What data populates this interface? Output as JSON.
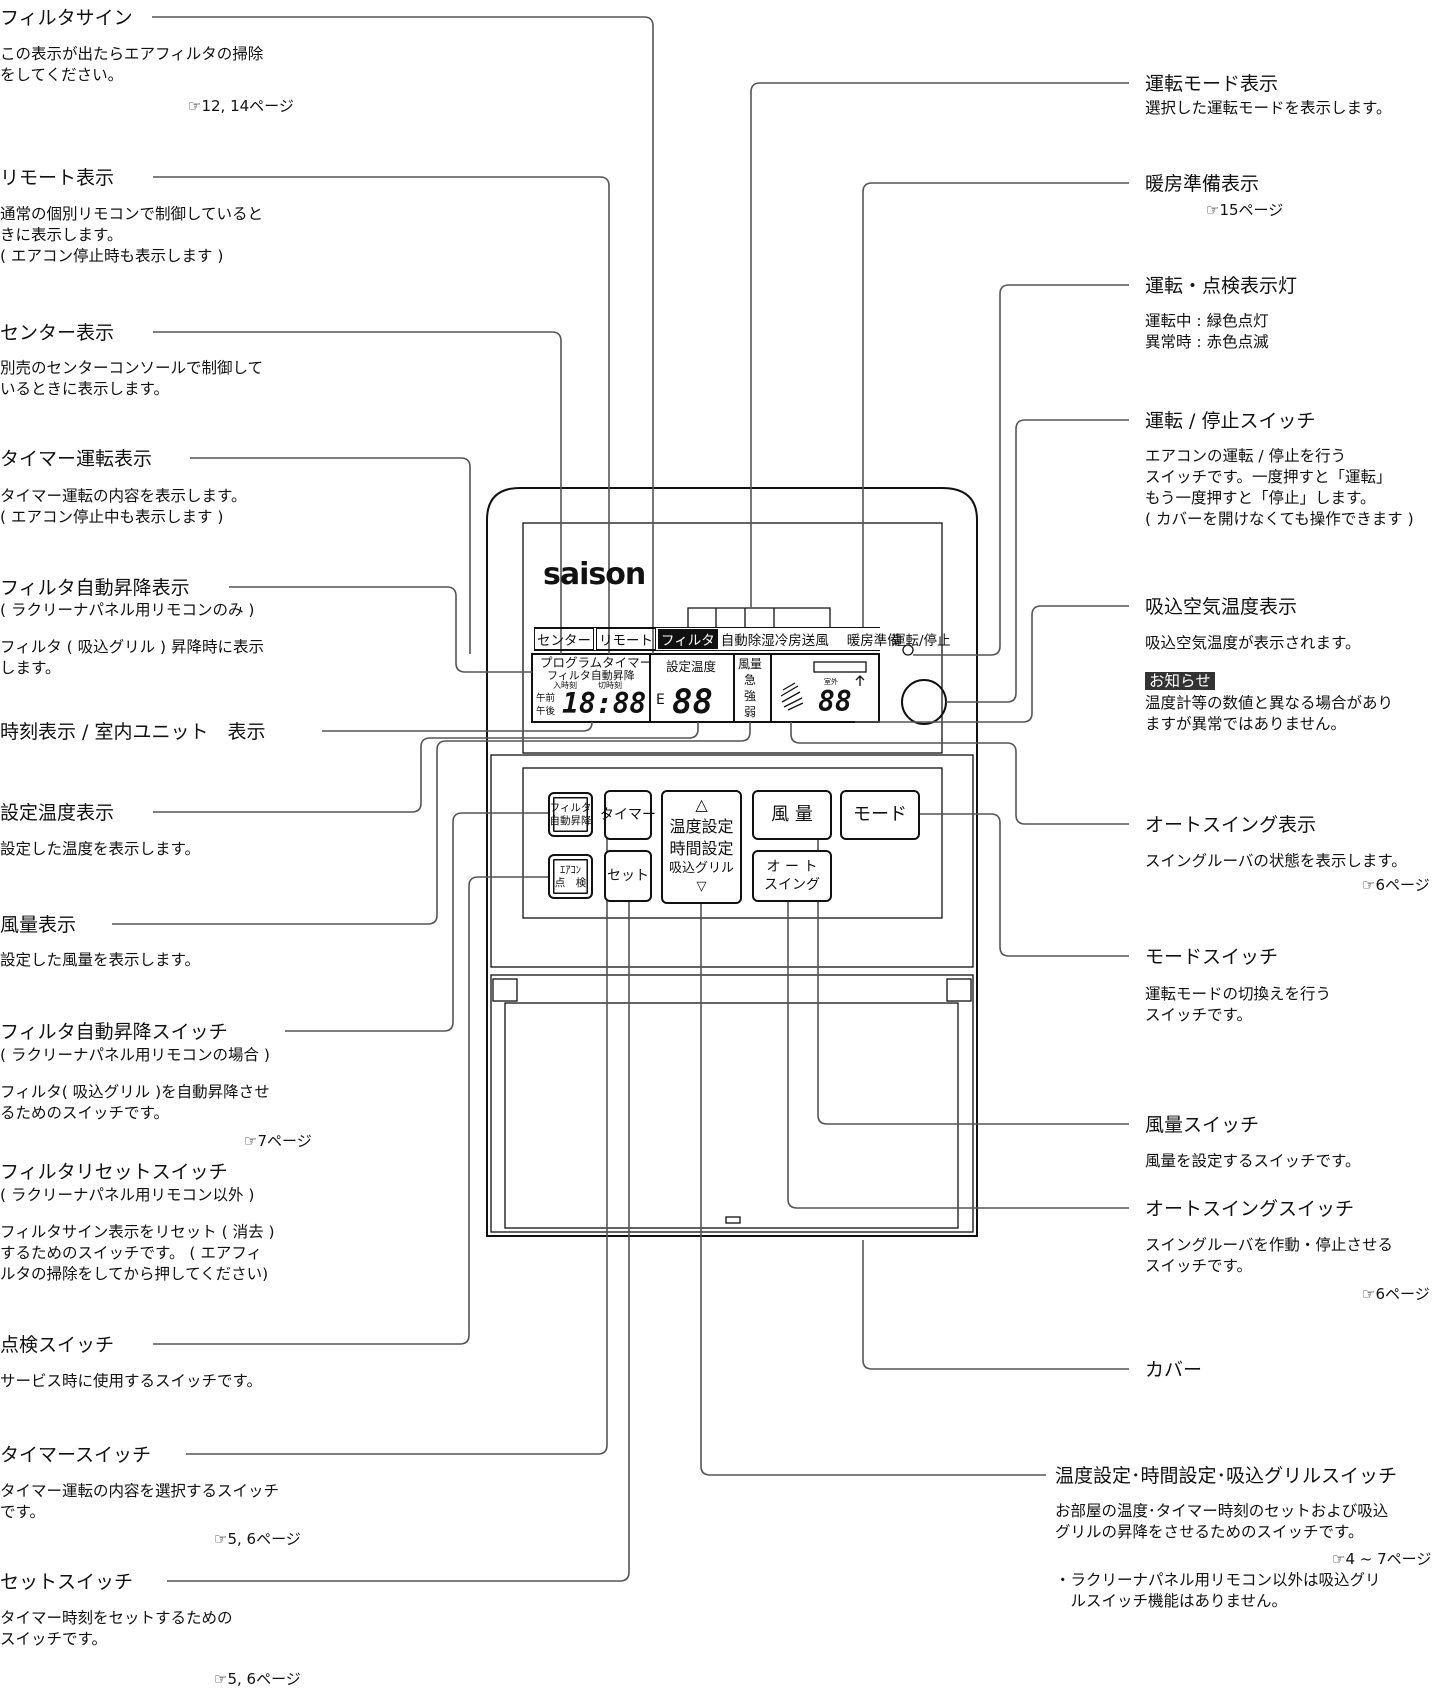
{
  "left_labels": [
    {
      "id": "filter-sign",
      "title": "フィルタサイン",
      "desc": "この表示が出たらエアフィルタの掃除\nをしてください。",
      "ref": "☞12, 14ページ"
    },
    {
      "id": "remote-display",
      "title": "リモート表示",
      "desc": "通常の個別リモコンで制御していると\nきに表示します。\n( エアコン停止時も表示します )"
    },
    {
      "id": "center-display",
      "title": "センター表示",
      "desc": "別売のセンターコンソールで制御して\nいるときに表示します。"
    },
    {
      "id": "timer-run-display",
      "title": "タイマー運転表示",
      "desc": "タイマー運転の内容を表示します。\n( エアコン停止中も表示します )"
    },
    {
      "id": "filter-auto-lift-display",
      "title": "フィルタ自動昇降表示",
      "sub": "( ラクリーナパネル用リモコンのみ )",
      "desc": "フィルタ ( 吸込グリル ) 昇降時に表示\nします。"
    },
    {
      "id": "clock-display",
      "title": "時刻表示 / 室内ユニット　表示"
    },
    {
      "id": "set-temp-display",
      "title": "設定温度表示",
      "desc": "設定した温度を表示します。"
    },
    {
      "id": "fan-display",
      "title": "風量表示",
      "desc": "設定した風量を表示します。"
    },
    {
      "id": "filter-auto-lift-switch",
      "title": "フィルタ自動昇降スイッチ",
      "sub": "( ラクリーナパネル用リモコンの場合 )",
      "desc": "フィルタ( 吸込グリル )を自動昇降させ\nるためのスイッチです。",
      "ref": "☞7ページ"
    },
    {
      "id": "filter-reset-switch",
      "title": "フィルタリセットスイッチ",
      "sub": "( ラクリーナパネル用リモコン以外 )",
      "desc": "フィルタサイン表示をリセット ( 消去 )\nするためのスイッチです。 ( エアフィ\nルタの掃除をしてから押してください)"
    },
    {
      "id": "check-switch",
      "title": "点検スイッチ",
      "desc": "サービス時に使用するスイッチです。"
    },
    {
      "id": "timer-switch",
      "title": "タイマースイッチ",
      "desc": "タイマー運転の内容を選択するスイッチ\nです。",
      "ref": "☞5, 6ページ"
    },
    {
      "id": "set-switch",
      "title": "セットスイッチ",
      "desc": "タイマー時刻をセットするための\nスイッチです。",
      "ref": "☞5, 6ページ"
    }
  ],
  "right_labels": [
    {
      "id": "mode-display",
      "title": "運転モード表示",
      "desc": "選択した運転モードを表示します。"
    },
    {
      "id": "preheat-display",
      "title": "暖房準備表示",
      "ref": "☞15ページ"
    },
    {
      "id": "run-lamp",
      "title": "運転・点検表示灯",
      "desc": "運転中 : 緑色点灯\n異常時 : 赤色点滅"
    },
    {
      "id": "run-stop-switch",
      "title": "運転 / 停止スイッチ",
      "desc": "エアコンの運転 / 停止を行う\nスイッチです。一度押すと「運転」\nもう一度押すと「停止」します。\n( カバーを開けなくても操作できます )"
    },
    {
      "id": "intake-temp-display",
      "title": "吸込空気温度表示",
      "desc": "吸込空気温度が表示されます。",
      "badge": "お知らせ",
      "note": "温度計等の数値と異なる場合があり\nますが異常ではありません。"
    },
    {
      "id": "auto-swing-display",
      "title": "オートスイング表示",
      "desc": "スイングルーバの状態を表示します。",
      "ref": "☞6ページ"
    },
    {
      "id": "mode-switch",
      "title": "モードスイッチ",
      "desc": "運転モードの切換えを行う\nスイッチです。"
    },
    {
      "id": "fan-switch",
      "title": "風量スイッチ",
      "desc": "風量を設定するスイッチです。"
    },
    {
      "id": "auto-swing-switch",
      "title": "オートスイングスイッチ",
      "desc": "スイングルーバを作動・停止させる\nスイッチです。",
      "ref": "☞6ページ"
    },
    {
      "id": "cover",
      "title": "カバー"
    },
    {
      "id": "temp-time-grill-switch",
      "title": "温度設定･時間設定･吸込グリルスイッチ",
      "desc": "お部屋の温度･タイマー時刻のセットおよび吸込\nグリルの昇降をさせるためのスイッチです。",
      "ref": "☞4 ~ 7ページ",
      "note": "・ラクリーナパネル用リモコン以外は吸込グリ\n　ルスイッチ機能はありません。"
    }
  ],
  "device": {
    "brand": "saison",
    "status_tags": {
      "center": "センター",
      "remote": "リモート",
      "filter": "フィルタ",
      "modes": "自動除湿冷房送風",
      "preheat": "暖房準備"
    },
    "run_stop_label": "運転/停止",
    "lcd": {
      "program_timer": "プログラムタイマー",
      "filter_auto": "フィルタ自動昇降",
      "on_time": "入時刻",
      "off_time": "切時刻",
      "am": "午前",
      "pm": "午後",
      "clock": "18:88",
      "set_temp_label": "設定温度",
      "e": "E",
      "set_temp": "88",
      "fan_label": "風量",
      "fan_levels": "急\n強\n弱",
      "outdoor": "室外",
      "intake": "88"
    },
    "buttons": {
      "filter_auto": "フィルタ\n自動昇降",
      "ac_check": "ｴｱｺﾝ\n点　検",
      "timer": "タイマー",
      "set": "セット",
      "temp_time": "△\n温度設定\n時間設定",
      "grill": "吸込グリル\n▽",
      "fan": "風 量",
      "mode": "モード",
      "auto_swing": "オ ー ト\nスイング"
    }
  }
}
